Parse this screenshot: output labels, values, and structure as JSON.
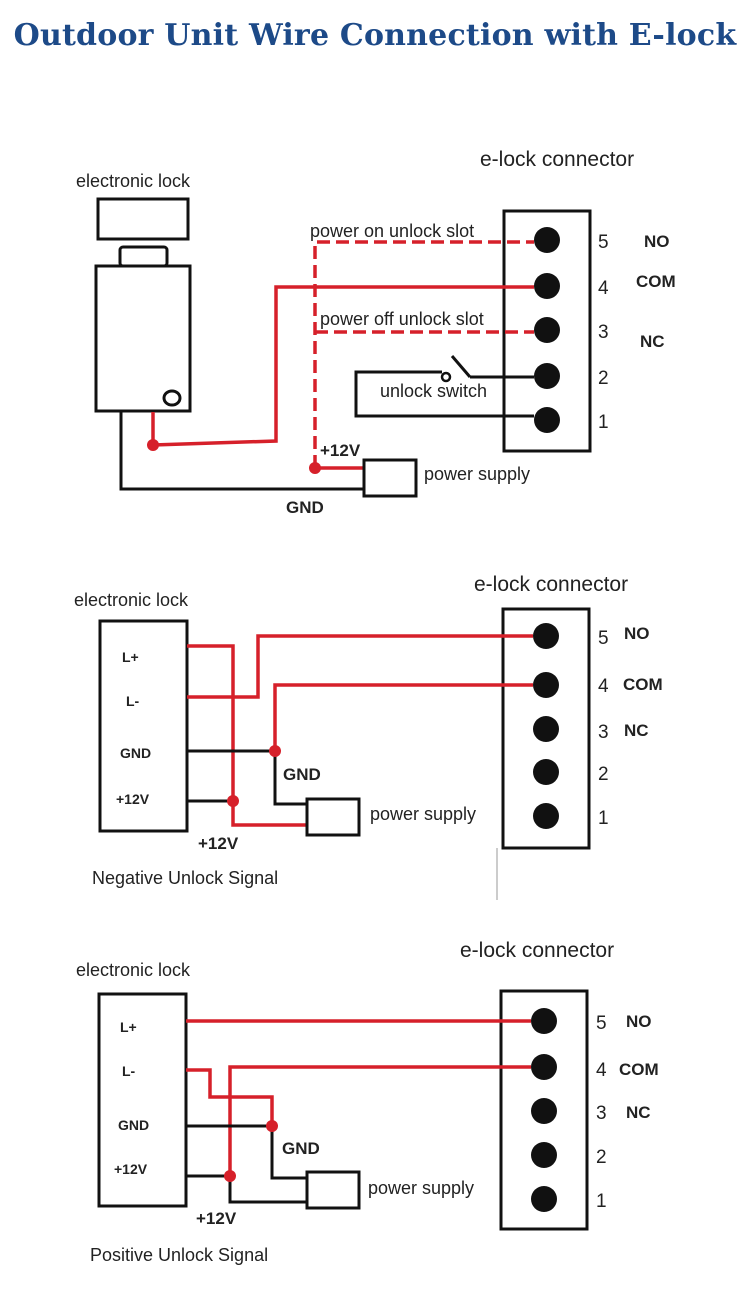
{
  "title": "Outdoor Unit Wire Connection with E-lock",
  "diagram1": {
    "lock_label": "electronic lock",
    "connector_label": "e-lock connector",
    "power_on_label": "power on unlock slot",
    "power_off_label": "power off unlock slot",
    "switch_label": "unlock switch",
    "plus12_label": "+12V",
    "gnd_label": "GND",
    "supply_label": "power supply",
    "pins": [
      "5",
      "4",
      "3",
      "2",
      "1"
    ],
    "pin_names": [
      "NO",
      "COM",
      "NC"
    ]
  },
  "diagram2": {
    "lock_label": "electronic lock",
    "connector_label": "e-lock connector",
    "terminals": [
      "L+",
      "L-",
      "GND",
      "+12V"
    ],
    "gnd_label": "GND",
    "plus12_label": "+12V",
    "supply_label": "power supply",
    "caption": "Negative Unlock Signal",
    "pins": [
      "5",
      "4",
      "3",
      "2",
      "1"
    ],
    "pin_names": [
      "NO",
      "COM",
      "NC"
    ]
  },
  "diagram3": {
    "lock_label": "electronic lock",
    "connector_label": "e-lock connector",
    "terminals": [
      "L+",
      "L-",
      "GND",
      "+12V"
    ],
    "gnd_label": "GND",
    "plus12_label": "+12V",
    "supply_label": "power supply",
    "caption": "Positive Unlock Signal",
    "pins": [
      "5",
      "4",
      "3",
      "2",
      "1"
    ],
    "pin_names": [
      "NO",
      "COM",
      "NC"
    ]
  }
}
